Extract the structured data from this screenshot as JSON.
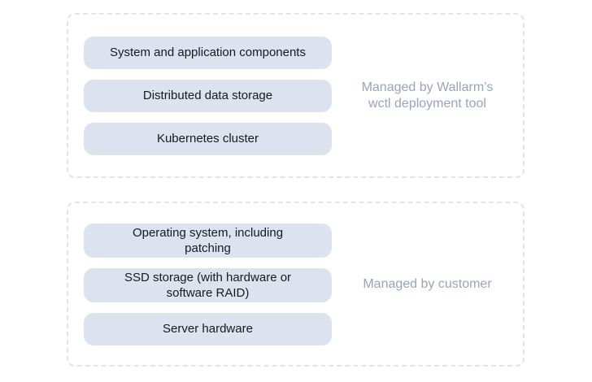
{
  "colors": {
    "page_background": "#ffffff",
    "box_border": "#e4e4e4",
    "pill_background": "#dce3ee",
    "pill_text": "#16191f",
    "label_text": "#9aa3b9"
  },
  "groups": [
    {
      "label": "Managed by Wallarm’s\nwctl deployment tool",
      "items": [
        "System and application components",
        "Distributed data storage",
        "Kubernetes cluster"
      ]
    },
    {
      "label": "Managed by customer",
      "items": [
        "Operating system, including\npatching",
        "SSD storage (with hardware or\nsoftware RAID)",
        "Server hardware"
      ]
    }
  ]
}
